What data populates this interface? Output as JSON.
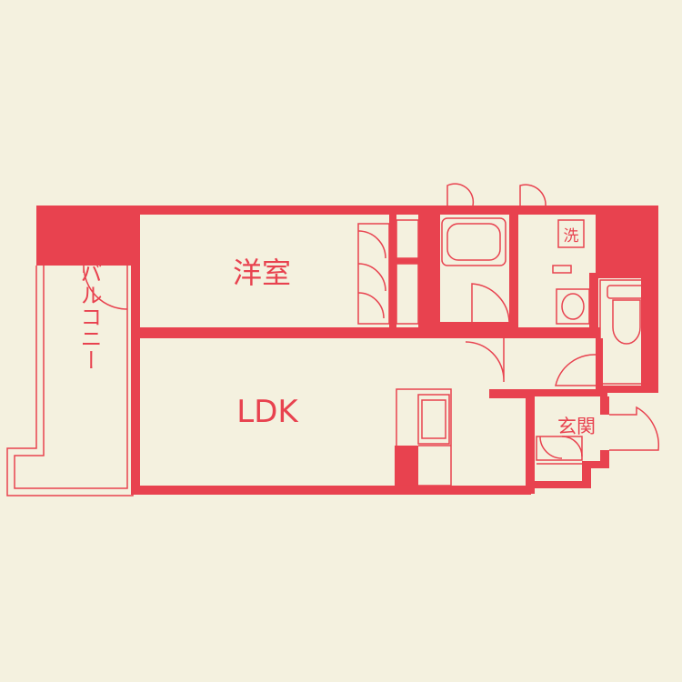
{
  "colors": {
    "background": "#f4f1df",
    "wall": "#e8424f",
    "line": "#e8424f"
  },
  "rooms": {
    "western_room": "洋室",
    "ldk": "LDK",
    "balcony": "バルコニー",
    "entrance": "玄関",
    "washer": "洗"
  }
}
